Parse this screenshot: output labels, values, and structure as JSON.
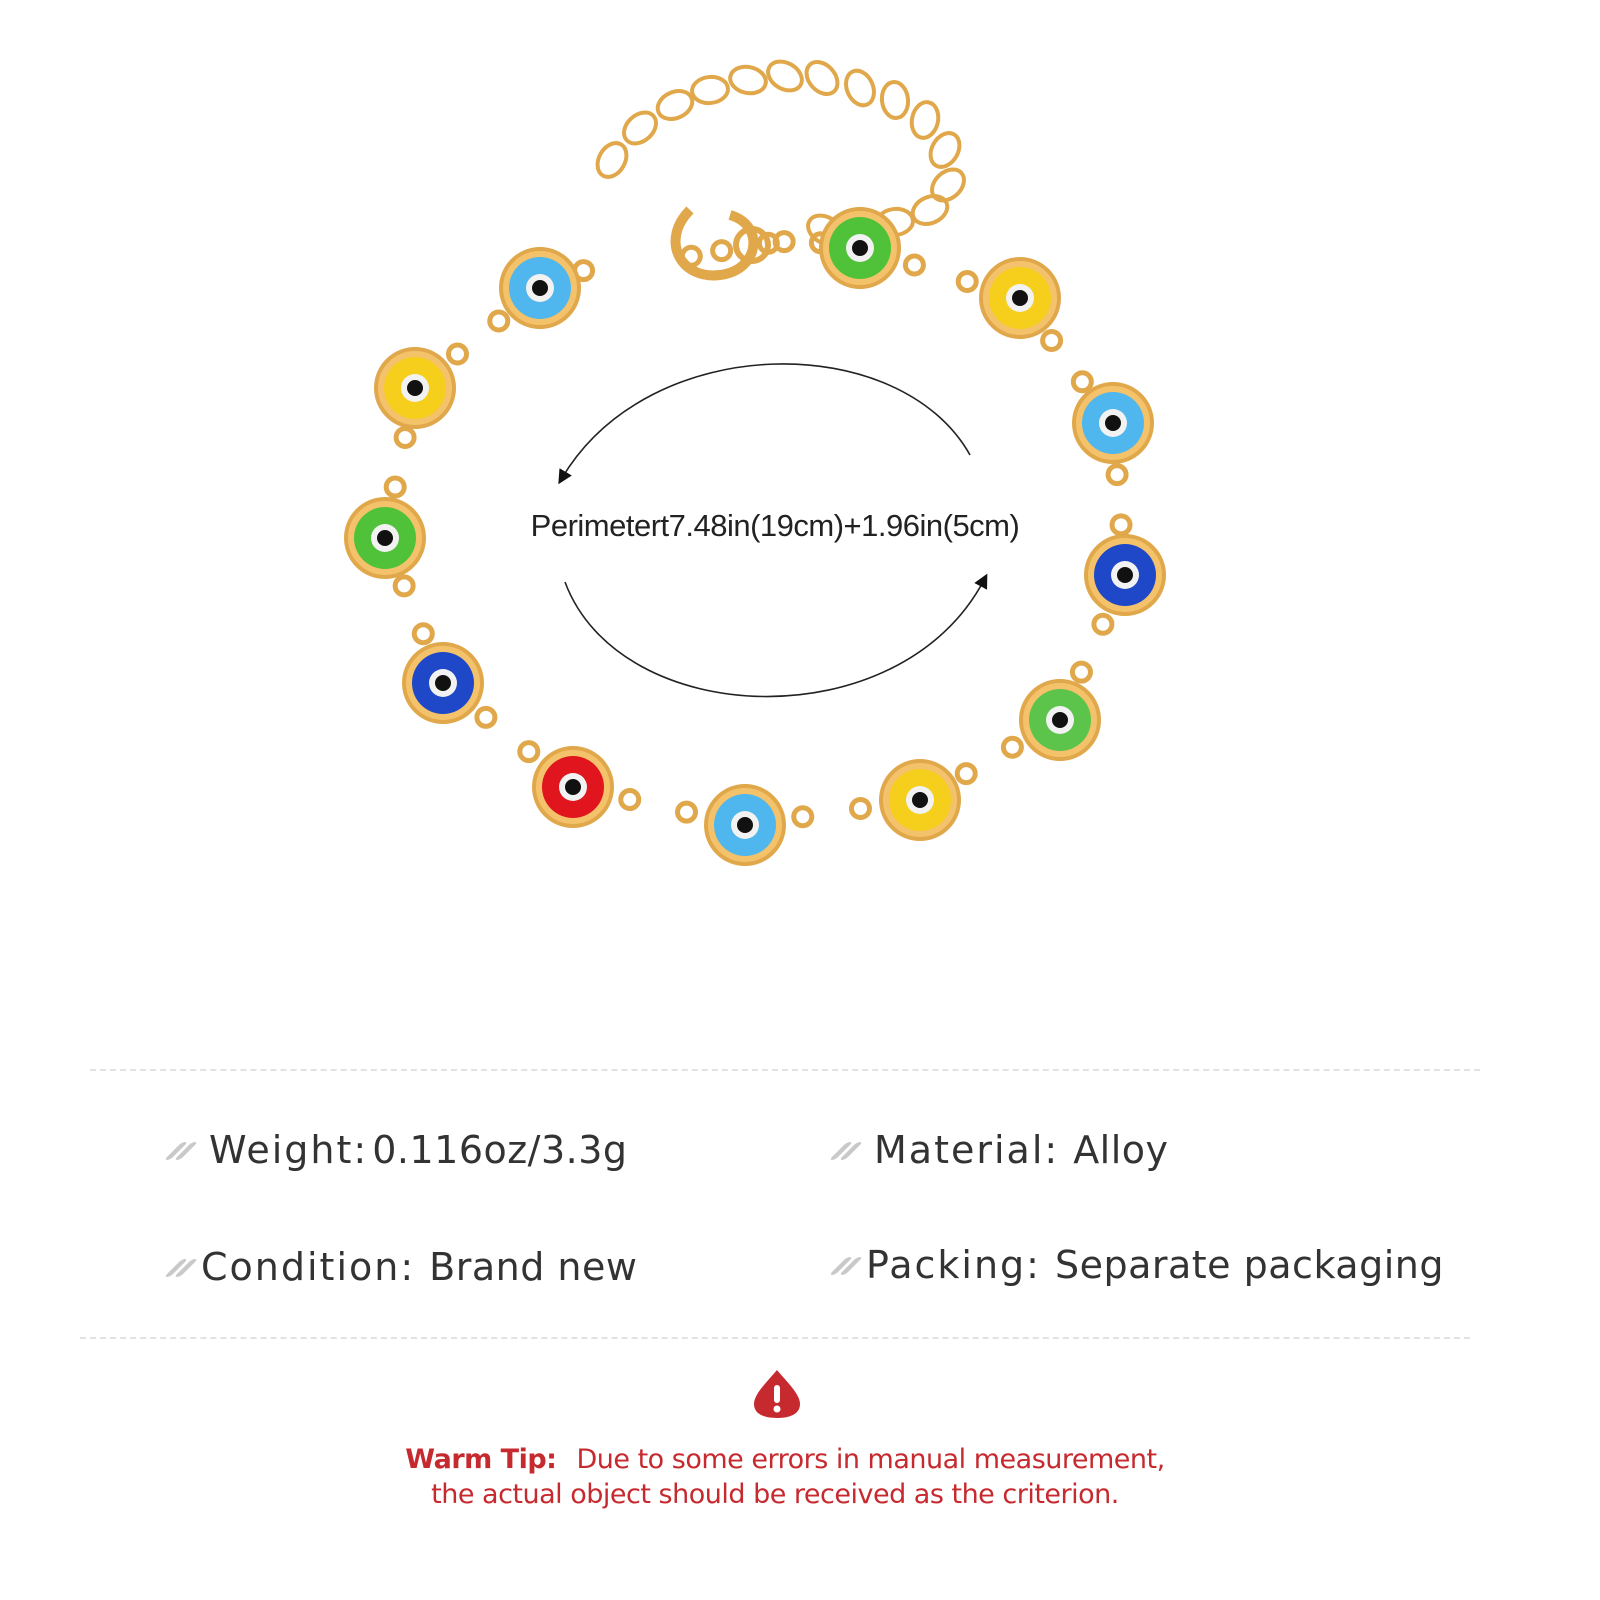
{
  "product": {
    "perimeter_label": "Perimetert7.48in(19cm)+1.96in(5cm)",
    "bead_colors": [
      "#4fb6ee",
      "#f6cf1c",
      "#4fc23a",
      "#1f48c8",
      "#e0151d",
      "#4fb6ee",
      "#f6cf1c",
      "#5cc44a",
      "#1f48c8",
      "#4fb6ee",
      "#f6cf1c",
      "#4fc23a"
    ],
    "gold_color": "#e0a84a"
  },
  "specs": [
    {
      "label": "Weight:",
      "value": "0.116oz/3.3g",
      "icon": "slash-bullet-icon"
    },
    {
      "label": "Material:",
      "value": "Alloy",
      "icon": "slash-bullet-icon"
    },
    {
      "label": "Condition:",
      "value": "Brand new",
      "icon": "slash-bullet-icon"
    },
    {
      "label": "Packing:",
      "value": "Separate packaging",
      "icon": "slash-bullet-icon"
    }
  ],
  "tip": {
    "icon": "warning-drop-icon",
    "title": "Warm Tip:",
    "line1": "Due to some errors in manual measurement,",
    "line2": "the actual object should be received as the criterion.",
    "color": "#c62a2f"
  }
}
